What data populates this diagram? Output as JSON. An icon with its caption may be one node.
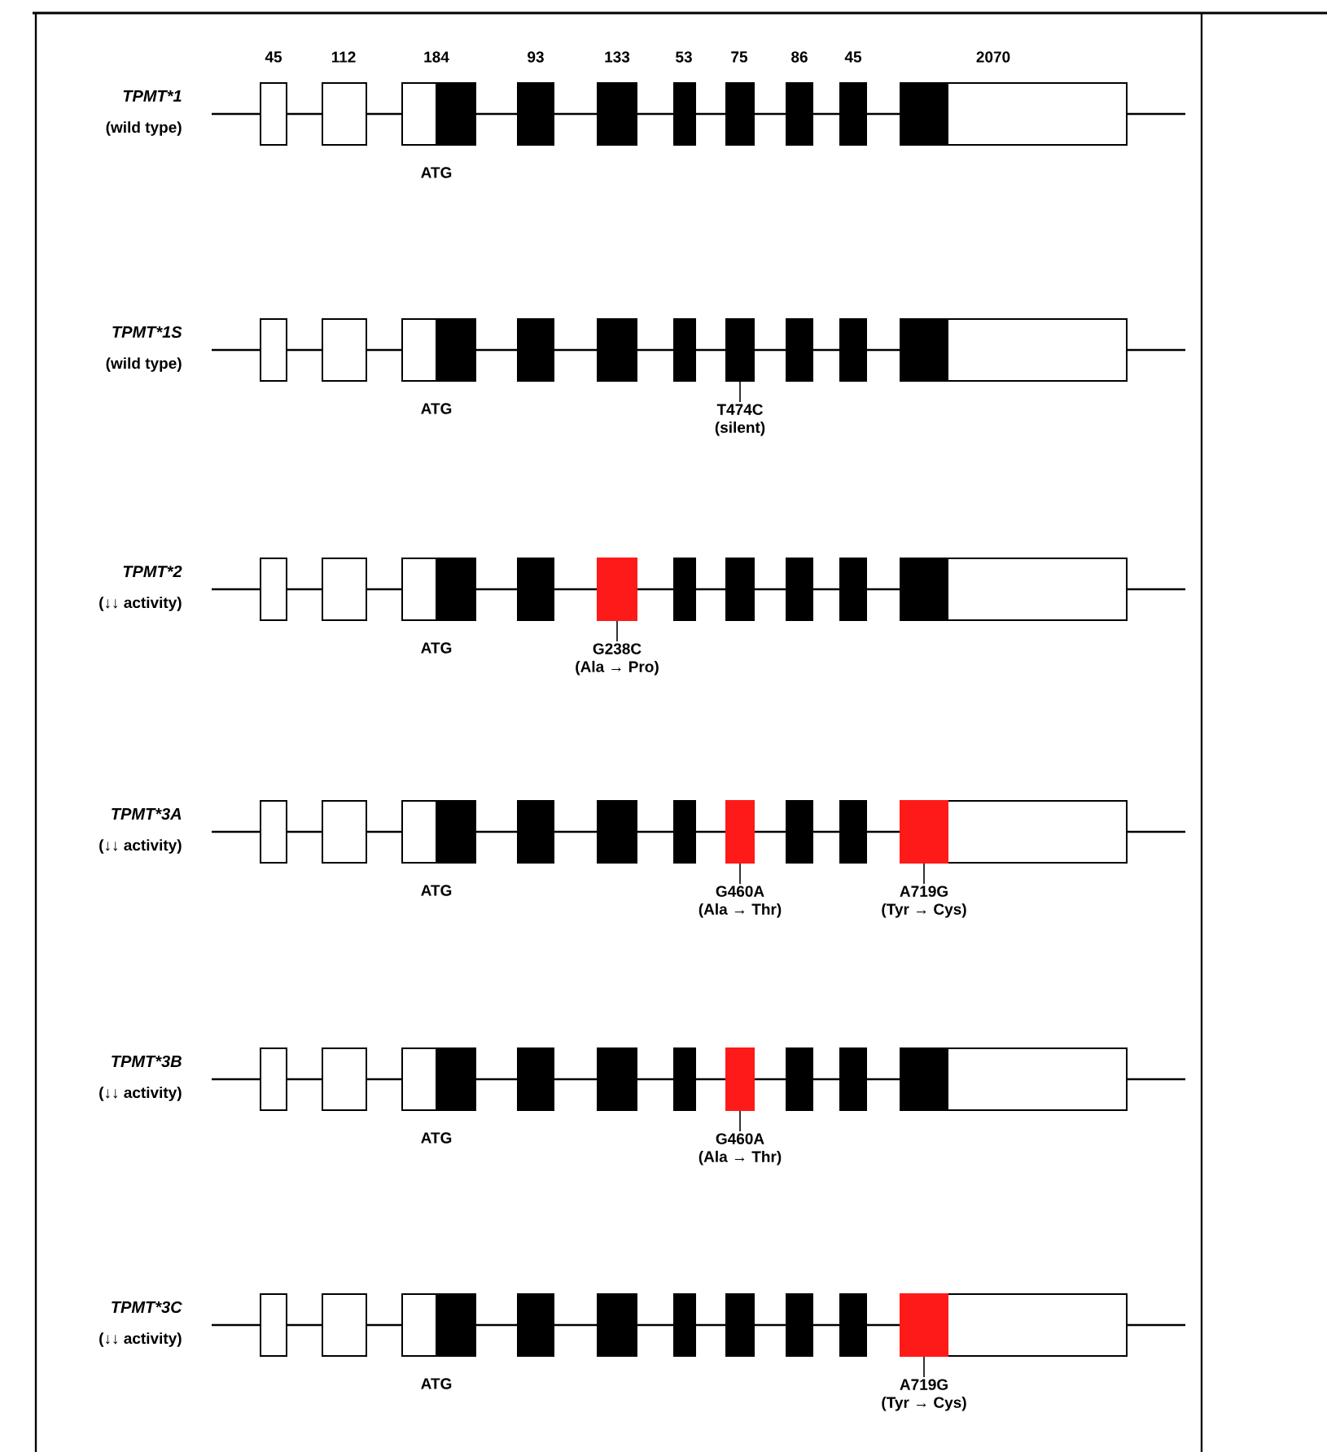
{
  "diagram": {
    "nodes": [
      {
        "text": [],
        "shape": "box"
      },
      {
        "text": [
          "T474C",
          "(silent)"
        ]
      },
      {
        "text": [],
        "shape": "box"
      },
      {
        "text": [
          "G238C",
          "(Ala → Pro)"
        ]
      },
      {
        "text": [],
        "shape": "box"
      },
      {
        "text": [
          "G460A",
          "(Ala → Thr)"
        ]
      },
      {
        "text": [],
        "shape": "box"
      },
      {
        "text": [
          "A719G",
          "(Tyr → Cys)"
        ]
      },
      {
        "text": [],
        "shape": "box"
      },
      {
        "text": [
          "G460A",
          "(Ala → Thr)"
        ]
      },
      {
        "text": [],
        "shape": "box"
      },
      {
        "text": [
          "A719G",
          "(Tyr → Cys)"
        ]
      }
    ],
    "edges": [
      {
        "from": 1,
        "to": 0,
        "arrow": "none"
      },
      {
        "from": 3,
        "to": 2,
        "arrow": "none"
      },
      {
        "from": 5,
        "to": 4,
        "arrow": "none"
      },
      {
        "from": 7,
        "to": 6,
        "arrow": "none"
      },
      {
        "from": 9,
        "to": 8,
        "arrow": "none"
      },
      {
        "from": 11,
        "to": 10,
        "arrow": "none"
      }
    ],
    "labels": [
      "45",
      "112",
      "184",
      "93",
      "133",
      "53",
      "75",
      "86",
      "45",
      "2070",
      "TPMT*1",
      "(wild type)",
      "ATG",
      "TPMT*1S",
      "(wild type)",
      "ATG",
      "TPMT*2",
      "(↓↓ activity)",
      "ATG",
      "TPMT*3A",
      "(↓↓ activity)",
      "ATG",
      "TPMT*3B",
      "(↓↓ activity)",
      "ATG",
      "TPMT*3C",
      "(↓↓ activity)",
      "ATG"
    ]
  }
}
